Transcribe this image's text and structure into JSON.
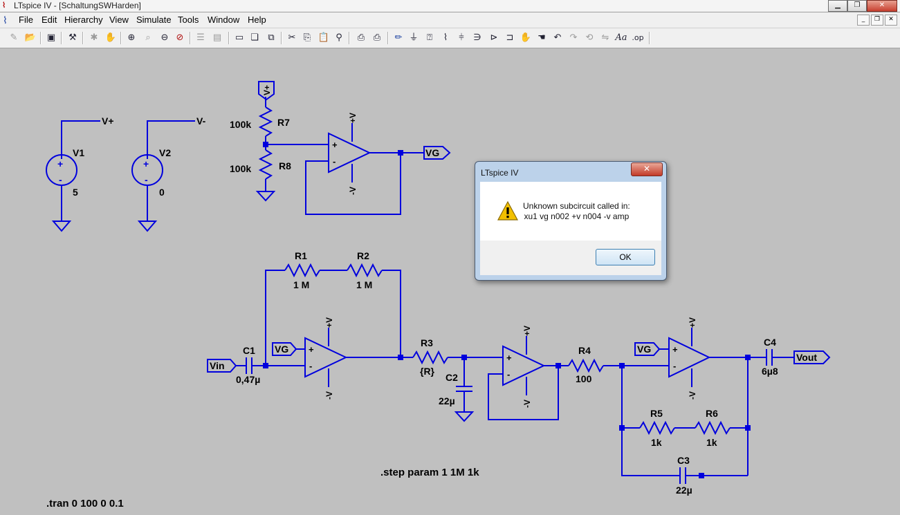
{
  "window": {
    "title": "LTspice IV - [SchaltungSWHarden]",
    "app_icon": "ltspice-icon",
    "buttons": [
      "minimize",
      "restore",
      "close"
    ]
  },
  "menu": [
    "File",
    "Edit",
    "Hierarchy",
    "View",
    "Simulate",
    "Tools",
    "Window",
    "Help"
  ],
  "toolbar": {
    "icons": [
      "new-schematic-icon",
      "open-icon",
      "save-icon",
      "control-panel-icon",
      "run-icon",
      "pan-icon",
      "zoom-in-icon",
      "zoom-area-icon",
      "zoom-out-icon",
      "zoom-fit-icon",
      "autorange-icon",
      "tile-horizontal-icon",
      "cascade-icon",
      "close-window-icon",
      "cut-icon",
      "copy-icon",
      "paste-icon",
      "find-icon",
      "print-setup-icon",
      "print-icon",
      "draw-wire-icon",
      "ground-icon",
      "label-net-icon",
      "resistor-icon",
      "capacitor-icon",
      "inductor-icon",
      "diode-icon",
      "component-icon",
      "move-icon",
      "drag-icon",
      "undo-icon",
      "redo-icon",
      "rotate-icon",
      "mirror-icon",
      "text-icon",
      "spice-directive-icon"
    ],
    "text_button": "Aa",
    "directive_button": ".op"
  },
  "schematic": {
    "sources": [
      {
        "name": "V1",
        "value": "5",
        "net": "V+"
      },
      {
        "name": "V2",
        "value": "0",
        "net": "V-"
      }
    ],
    "resistors": [
      {
        "name": "R7",
        "value": "100k"
      },
      {
        "name": "R8",
        "value": "100k"
      },
      {
        "name": "R1",
        "value": "1 M"
      },
      {
        "name": "R2",
        "value": "1 M"
      },
      {
        "name": "R3",
        "value": "{R}"
      },
      {
        "name": "R4",
        "value": "100"
      },
      {
        "name": "R5",
        "value": "1k"
      },
      {
        "name": "R6",
        "value": "1k"
      }
    ],
    "capacitors": [
      {
        "name": "C1",
        "value": "0,47µ"
      },
      {
        "name": "C2",
        "value": "22µ"
      },
      {
        "name": "C3",
        "value": "22µ"
      },
      {
        "name": "C4",
        "value": "6µ8"
      }
    ],
    "net_labels": {
      "vplus": "V+",
      "vminus": "V-",
      "vg": "VG",
      "vin": "Vin",
      "vout": "Vout"
    },
    "opamp_pins": {
      "plus": "+",
      "minus": "-",
      "supply_plus": "+V",
      "supply_minus": "-V"
    },
    "directives": {
      "step": ".step param 1 1M 1k",
      "tran": ".tran 0 100 0 0.1"
    }
  },
  "dialog": {
    "title": "LTspice IV",
    "close_label": "✕",
    "message_line1": "Unknown subcircuit called in:",
    "message_line2": "xu1 vg n002 +v n004 -v amp",
    "ok_label": "OK",
    "icon": "warning-icon"
  },
  "colors": {
    "wire": "#0000dd",
    "background": "#c0c0c0",
    "warning": "#f2c000"
  }
}
